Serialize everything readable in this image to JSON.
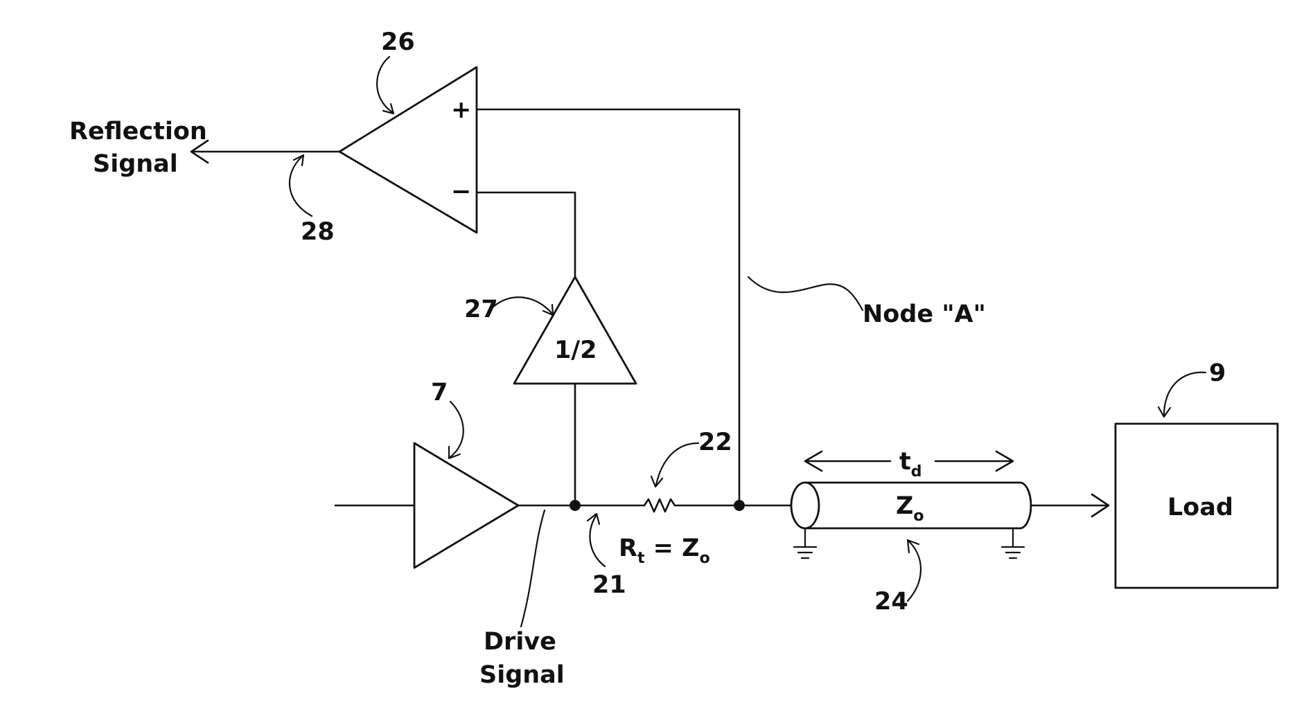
{
  "labels": {
    "reflection_line1": "Reflection",
    "reflection_line2": "Signal",
    "drive_line1": "Drive",
    "drive_line2": "Signal",
    "node_a": "Node \"A\"",
    "load": "Load",
    "half_gain": "1/2",
    "plus": "+",
    "minus": "−",
    "rt_main": "R",
    "rt_sub": "t",
    "rt_eq": " = Z",
    "rt_sub2": "o",
    "td_main": "t",
    "td_sub": "d",
    "zo_main": "Z",
    "zo_sub": "o"
  },
  "refs": {
    "amp_26": "26",
    "out_28": "28",
    "half_27": "27",
    "driver_7": "7",
    "load_9": "9",
    "resistor_22": "22",
    "node_21": "21",
    "tline_24": "24"
  }
}
